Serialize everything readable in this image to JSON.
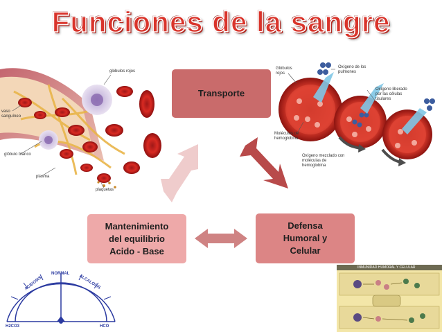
{
  "title": "Funciones de la sangre",
  "nodes": {
    "transport": "Transporte",
    "defense": "Defensa\nHumoral y\nCelular",
    "balance": "Mantenimiento\ndel equilibrio\nAcido - Base"
  },
  "left_illustration": {
    "labels": {
      "red_cells": "glóbulos rojos",
      "vessel": "vaso\nsanguíneo",
      "white_cell": "glóbulo blanco",
      "plasma": "plasma",
      "platelets": "plaquetas"
    }
  },
  "right_illustration": {
    "labels": {
      "red_cells": "Glóbulos\nrojos",
      "oxygen_lungs": "Oxígeno de los\npulmones",
      "oxygen_released": "Oxígeno liberado\npor las células\ntisulares",
      "hemoglobin": "Moléculas de\nhemoglobina",
      "oxygen_mixed": "Oxígeno mezclado con\nmoléculas de\nhemoglobina"
    }
  },
  "gauge": {
    "labels": {
      "acidosis": "ACIDOSIS",
      "normal": "NORMAL",
      "alcalosis": "ALCALOSIS",
      "left_formula": "H2CO3",
      "right_formula": "HCO"
    },
    "colors": {
      "line": "#2b3aa0"
    }
  },
  "immune_panel": {
    "title": "INMUNIDAD HUMORAL Y CELULAR"
  },
  "colors": {
    "title": "#d9342b",
    "transport_fill": "#c96b6b",
    "defense_fill": "#dc8585",
    "balance_fill": "#eea9a9",
    "arrow_dark": "#b84a4a",
    "arrow_mid": "#cf8383",
    "arrow_light": "#efcccc"
  }
}
